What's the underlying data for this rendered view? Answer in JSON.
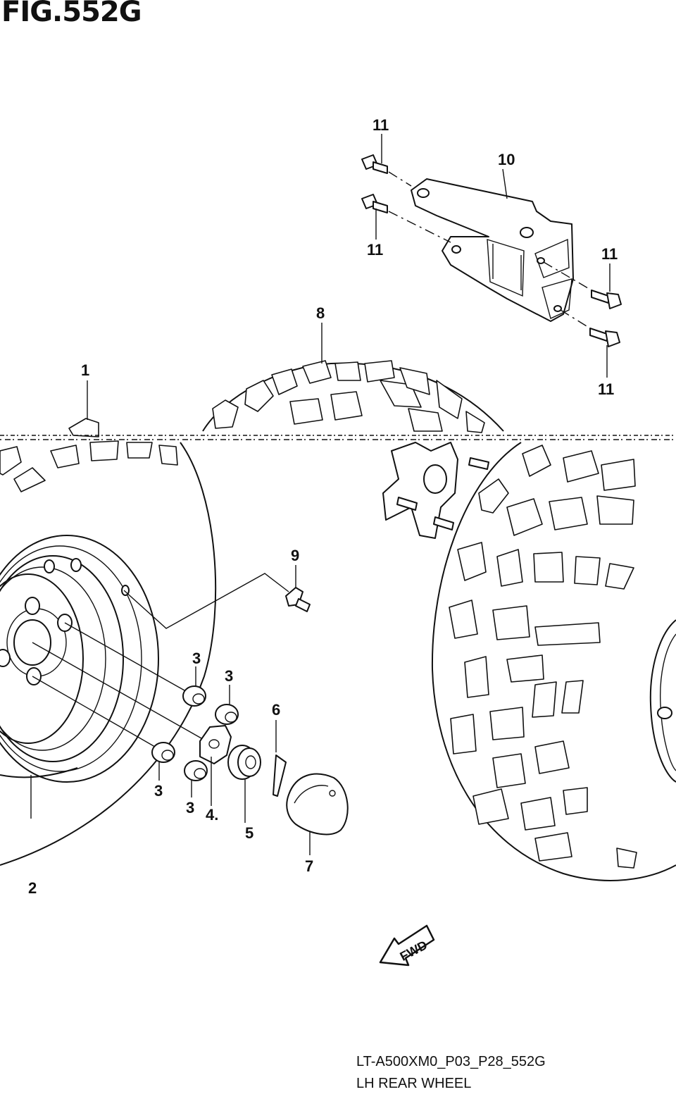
{
  "figure_title": "FIG.552G",
  "caption": {
    "code": "LT-A500XM0_P03_P28_552G",
    "name": "LH REAR WHEEL"
  },
  "fwd_label": "FWD",
  "callouts": {
    "tire": "1",
    "wheel": "2",
    "nut_a": "3",
    "nut_b": "3",
    "nut_c": "3",
    "nut_d": "3",
    "washer": "4.",
    "castle_nut": "5",
    "cotter_pin": "6",
    "cap": "7",
    "tire_other": "8",
    "valve": "9",
    "bracket": "10",
    "bolt_a": "11",
    "bolt_b": "11",
    "bolt_c": "11",
    "bolt_d": "11"
  }
}
